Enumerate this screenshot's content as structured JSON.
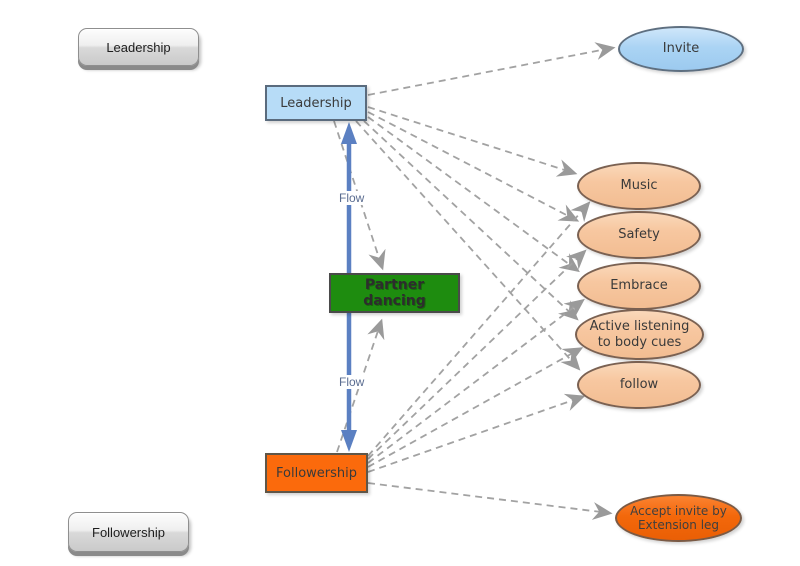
{
  "diagram": {
    "buttons": {
      "leadership": "Leadership",
      "followership": "Followership"
    },
    "nodes": {
      "leadership": {
        "label": "Leadership",
        "fill": "#B7DCF7"
      },
      "partner_dancing": {
        "label": "Partner\ndancing",
        "fill": "#1E8C0F"
      },
      "followership": {
        "label": "Followership",
        "fill": "#FB6A0C"
      },
      "invite": {
        "label": "Invite",
        "fill": "#ABD4F4"
      },
      "music": {
        "label": "Music",
        "fill": "#F7C7A0"
      },
      "safety": {
        "label": "Safety",
        "fill": "#F7C7A0"
      },
      "embrace": {
        "label": "Embrace",
        "fill": "#F7C7A0"
      },
      "active_listening": {
        "label": "Active listening\nto body cues",
        "fill": "#F7C7A0"
      },
      "follow": {
        "label": "follow",
        "fill": "#F7C7A0"
      },
      "accept_invite": {
        "label": "Accept invite by\nExtension leg",
        "fill": "#F3680B"
      }
    },
    "connectors": {
      "flow_label": "Flow",
      "flow_arrow_color": "#5B80C2",
      "dashed_color": "#A2A2A2",
      "edges": [
        {
          "from": "leadership",
          "to": "followership",
          "style": "solid-double-arrow",
          "labels": [
            "Flow",
            "Flow"
          ]
        },
        {
          "from": "leadership",
          "to": "invite",
          "style": "dashed-arrow"
        },
        {
          "from": "leadership",
          "to": "music",
          "style": "dashed-arrow"
        },
        {
          "from": "leadership",
          "to": "safety",
          "style": "dashed-arrow"
        },
        {
          "from": "leadership",
          "to": "embrace",
          "style": "dashed-arrow"
        },
        {
          "from": "leadership",
          "to": "active_listening",
          "style": "dashed-arrow"
        },
        {
          "from": "leadership",
          "to": "follow",
          "style": "dashed-arrow"
        },
        {
          "from": "leadership",
          "to": "partner_dancing",
          "style": "dashed-arrow"
        },
        {
          "from": "followership",
          "to": "music",
          "style": "dashed-arrow"
        },
        {
          "from": "followership",
          "to": "safety",
          "style": "dashed-arrow"
        },
        {
          "from": "followership",
          "to": "embrace",
          "style": "dashed-arrow"
        },
        {
          "from": "followership",
          "to": "active_listening",
          "style": "dashed-arrow"
        },
        {
          "from": "followership",
          "to": "follow",
          "style": "dashed-arrow"
        },
        {
          "from": "followership",
          "to": "accept_invite",
          "style": "dashed-arrow"
        },
        {
          "from": "followership",
          "to": "partner_dancing",
          "style": "dashed-arrow"
        }
      ]
    }
  }
}
